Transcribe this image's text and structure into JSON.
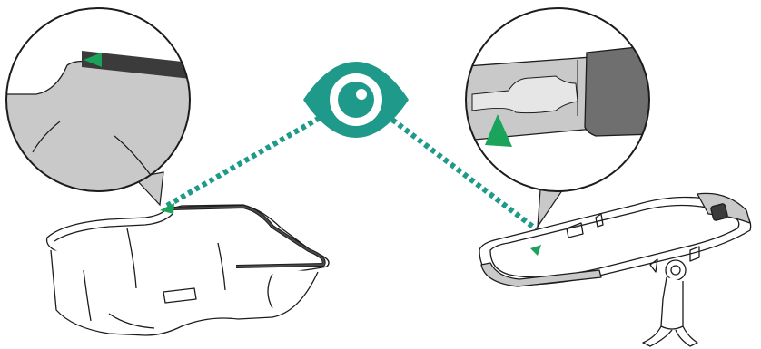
{
  "diagram": {
    "icons": {
      "center": "eye-icon",
      "markers": "triangle-indicator-icon"
    },
    "colors": {
      "accent_teal": "#1f9a8a",
      "indicator_green": "#1aa35a",
      "line_dark": "#1c1c1c",
      "fill_gray": "#c9c9c9",
      "dark_gray": "#6f6f6f",
      "bar_dark": "#3b3b3b"
    },
    "panels": [
      {
        "name": "left-detail",
        "subject": "carrycot-handle-edge"
      },
      {
        "name": "right-detail",
        "subject": "frame-tube-connector"
      }
    ]
  }
}
